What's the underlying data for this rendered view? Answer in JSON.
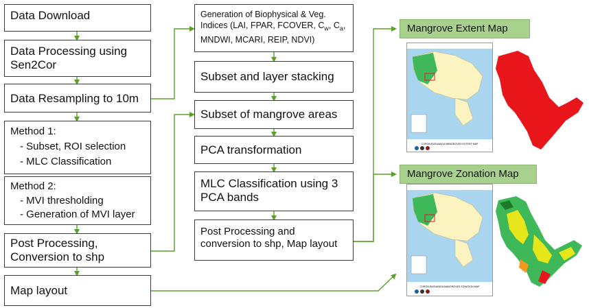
{
  "left_column": [
    {
      "id": "data-download",
      "text": "Data Download"
    },
    {
      "id": "data-processing",
      "text": "Data Processing using\nSen2Cor"
    },
    {
      "id": "data-resampling",
      "text": "Data Resampling to 10m"
    },
    {
      "id": "method1",
      "title": "Method 1:",
      "items": [
        "- Subset, ROI selection",
        "- MLC Classification"
      ]
    },
    {
      "id": "method2",
      "title": "Method 2:",
      "items": [
        "- MVI thresholding",
        "- Generation of MVI layer"
      ]
    },
    {
      "id": "post-processing",
      "text": "Post Processing,\nConversion to shp"
    },
    {
      "id": "map-layout",
      "text": "Map layout"
    }
  ],
  "middle_column": [
    {
      "id": "indices",
      "text": "Generation of Biophysical & Veg.\nIndices (LAI, FPAR, FCOVER, C",
      "sub1": "w",
      "sep": ", C",
      "sub2": "a",
      "tail": ",\nMNDWI, MCARI, REIP, NDVI)"
    },
    {
      "id": "subset-stack",
      "text": "Subset and layer stacking"
    },
    {
      "id": "subset-mangrove",
      "text": "Subset of mangrove areas"
    },
    {
      "id": "pca",
      "text": "PCA transformation"
    },
    {
      "id": "mlc",
      "text": "MLC Classification using 3\nPCA bands"
    },
    {
      "id": "post-conv",
      "text": "Post Processing and\nconversion to shp, Map layout"
    }
  ],
  "outputs": {
    "extent_label": "Mangrove Extent Map",
    "zonation_label": "Mangrove Zonation Map",
    "extent_caption": "CORON-BUSUANGA MANGROVES EXTENT MAP",
    "zonation_caption": "CORON-BUSUANGA MANGROVES ZONATION MAP"
  },
  "colors": {
    "arrow": "#5aa02c",
    "box_border": "#3a3a3a",
    "label_bg": "#a9d18e",
    "extent": "#e8161b",
    "water": "#a9d5ee",
    "land": "#fbf3c0",
    "forest": "#3fb85a"
  }
}
